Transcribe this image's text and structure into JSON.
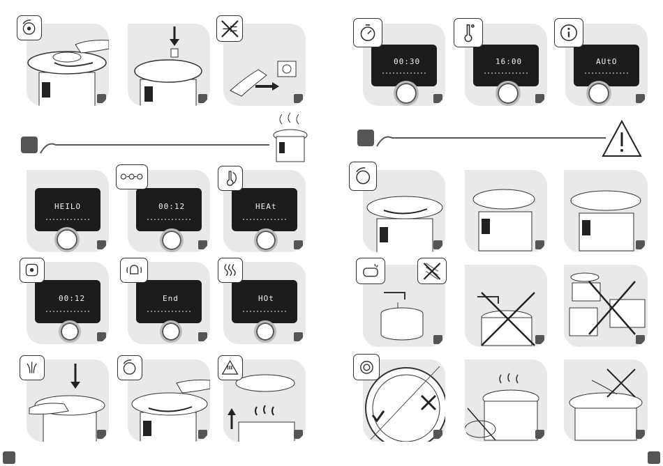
{
  "displays": {
    "step_a": "HEILO",
    "step_b": "00:12",
    "step_c": "HEAt",
    "step_d": "00:12",
    "step_e": "End",
    "step_f": "HOt",
    "top_1": "00:30",
    "top_2": "16:00",
    "top_3": "AUtO"
  },
  "icons": {
    "lock": "lid-lock-icon",
    "timer": "stopwatch-icon",
    "thermometer": "thermometer-icon",
    "info": "info-icon",
    "warning": "warning-triangle-icon",
    "pressure": "pressure-icon",
    "bell": "bell-icon",
    "steam": "steam-icon",
    "release": "steam-release-icon",
    "hot": "hot-surface-icon"
  },
  "colors": {
    "panel": "#e9e9e9",
    "number": "#555555",
    "display": "#1c1c1c"
  }
}
